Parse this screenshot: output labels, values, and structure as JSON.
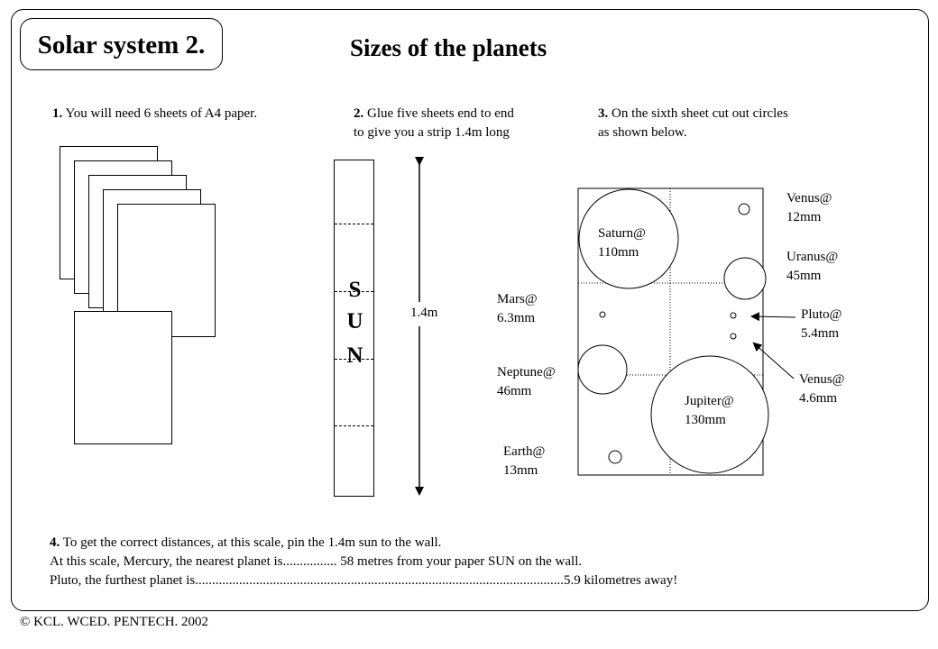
{
  "title": "Solar system  2.",
  "heading": "Sizes of the planets",
  "steps": {
    "s1": {
      "num": "1.",
      "line1": " You will need 6 sheets of A4 paper."
    },
    "s2": {
      "num": "2.",
      "line1": " Glue five sheets end to end",
      "line2": "to give you a strip 1.4m long"
    },
    "s3": {
      "num": "3.",
      "line1": " On the sixth sheet cut out circles",
      "line2": "as shown below."
    }
  },
  "strip": {
    "letters": [
      "S",
      "U",
      "N"
    ],
    "length_label": "1.4m"
  },
  "planets": {
    "saturn": {
      "name": "Saturn@",
      "size": "110mm"
    },
    "venus_top": {
      "name": "Venus@",
      "size": "12mm"
    },
    "uranus": {
      "name": "Uranus@",
      "size": "45mm"
    },
    "mars": {
      "name": "Mars@",
      "size": "6.3mm"
    },
    "pluto": {
      "name": "Pluto@",
      "size": "5.4mm"
    },
    "neptune": {
      "name": "Neptune@",
      "size": "46mm"
    },
    "venus_bottom": {
      "name": "Venus@",
      "size": "4.6mm"
    },
    "jupiter": {
      "name": "Jupiter@",
      "size": "130mm"
    },
    "earth": {
      "name": "Earth@",
      "size": "13mm"
    }
  },
  "step4": {
    "num": "4.",
    "line1": " To get the correct distances, at this scale, pin the 1.4m sun to the wall.",
    "line2": "At this scale, Mercury, the nearest planet is................ 58 metres from your paper  SUN on the wall.",
    "line3": "Pluto, the furthest planet is.............................................................................................................5.9 kilometres away!"
  },
  "copyright": "© KCL. WCED. PENTECH. 2002"
}
